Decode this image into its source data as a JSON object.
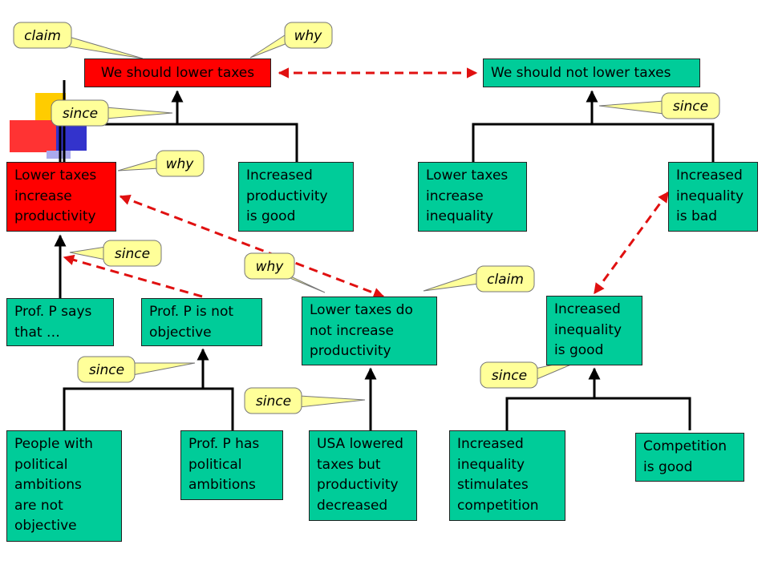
{
  "colors": {
    "claim_box": "#00cc99",
    "highlight_box": "#ff0000",
    "callout_fill": "#ffff99",
    "connector": "#000000",
    "arrow": "#e01010"
  },
  "boxes": {
    "lower_taxes": "We should lower taxes",
    "not_lower_taxes": "We should not lower taxes",
    "increase_productivity": "Lower taxes\nincrease\nproductivity",
    "productivity_good": "Increased\nproductivity\nis good",
    "increase_inequality": "Lower taxes\nincrease\ninequality",
    "inequality_bad": "Increased\ninequality\nis bad",
    "prof_says": "Prof. P says\nthat …",
    "prof_not_objective": "Prof. P is not\nobjective",
    "no_productivity": "Lower taxes do\nnot increase\nproductivity",
    "inequality_good": "Increased\ninequality\nis good",
    "political_ambitions": "People with\npolitical\nambitions\nare not\nobjective",
    "prof_ambitions": "Prof. P has\npolitical\nambitions",
    "usa_lowered": "USA lowered\ntaxes but\nproductivity\ndecreased",
    "stimulates_competition": "Increased\ninequality\nstimulates\ncompetition",
    "competition_good": "Competition\nis good"
  },
  "callouts": {
    "claim_top": "claim",
    "why_top": "why",
    "since_left_top": "since",
    "since_right_top": "since",
    "why_productivity": "why",
    "since_prof": "since",
    "why_middle": "why",
    "claim_middle": "claim",
    "since_prof_objective": "since",
    "since_inequality_good": "since",
    "since_usa": "since"
  }
}
